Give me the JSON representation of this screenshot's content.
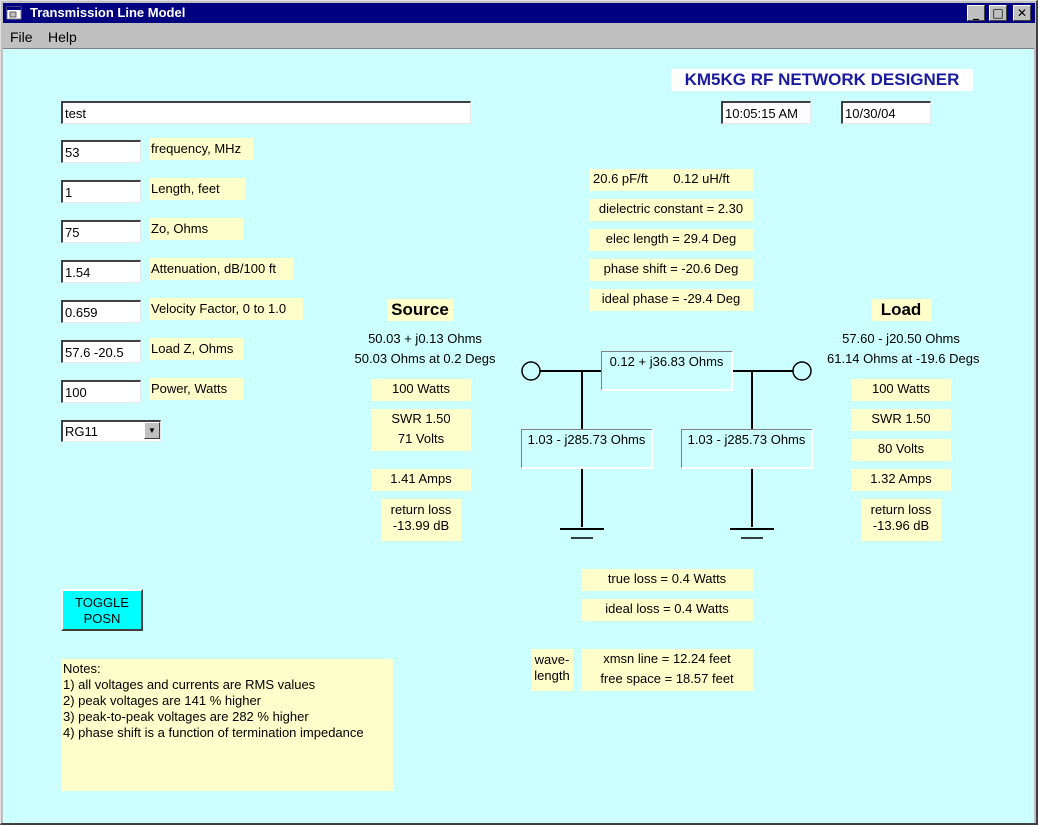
{
  "window": {
    "title": "Transmission Line Model",
    "minimize": "_",
    "maximize": "□",
    "close": "✕"
  },
  "menu": {
    "file": "File",
    "help": "Help"
  },
  "banner": "KM5KG RF NETWORK DESIGNER",
  "project_name": "test",
  "time": "10:05:15 AM",
  "date": "10/30/04",
  "inputs": [
    {
      "value": "53",
      "label": "frequency, MHz"
    },
    {
      "value": "1",
      "label": "Length, feet"
    },
    {
      "value": "75",
      "label": "Zo, Ohms"
    },
    {
      "value": "1.54",
      "label": "Attenuation, dB/100 ft"
    },
    {
      "value": "0.659",
      "label": "Velocity Factor, 0 to 1.0"
    },
    {
      "value": "57.6 -20.5",
      "label": "Load Z, Ohms"
    },
    {
      "value": "100",
      "label": "Power, Watts"
    }
  ],
  "cable_select": {
    "selected": "RG11",
    "arrow": "▼"
  },
  "line_params": {
    "pf_uh": "20.6 pF/ft       0.12 uH/ft",
    "dielectric": "dielectric constant = 2.30",
    "elec_length": "elec length = 29.4 Deg",
    "phase_shift": "phase shift = -20.6 Deg",
    "ideal_phase": "ideal phase = -29.4 Deg"
  },
  "source": {
    "header": "Source",
    "z_rect": "50.03 + j0.13 Ohms",
    "z_polar": "50.03 Ohms at 0.2 Degs",
    "watts": "100 Watts",
    "swr": "SWR 1.50",
    "volts": "71 Volts",
    "amps": "1.41 Amps",
    "return_loss_label": "return loss",
    "return_loss_value": "-13.99 dB"
  },
  "load": {
    "header": "Load",
    "z_rect": "57.60 - j20.50 Ohms",
    "z_polar": "61.14 Ohms at -19.6 Degs",
    "watts": "100 Watts",
    "swr": "SWR 1.50",
    "volts": "80 Volts",
    "amps": "1.32 Amps",
    "return_loss_label": "return loss",
    "return_loss_value": "-13.96 dB"
  },
  "network": {
    "series_z": "0.12 + j36.83 Ohms",
    "shunt_left_z": "1.03 - j285.73 Ohms",
    "shunt_right_z": "1.03 - j285.73 Ohms"
  },
  "losses": {
    "true_loss": "true loss = 0.4 Watts",
    "ideal_loss": "ideal loss = 0.4 Watts"
  },
  "wavelength": {
    "label_line1": "wave-",
    "label_line2": "length",
    "xmsn_line": "xmsn line = 12.24 feet",
    "free_space": "free space = 18.57 feet"
  },
  "toggle_button": {
    "line1": "TOGGLE",
    "line2": "POSN"
  },
  "notes": [
    "Notes:",
    "1) all voltages and currents are RMS values",
    "2) peak voltages are 141 % higher",
    "3) peak-to-peak voltages are 282 % higher",
    "4) phase shift is a function of termination impedance"
  ],
  "colors": {
    "client_bg": "#ccffff",
    "label_bg": "#ffffcc",
    "titlebar": "#000080",
    "banner_text": "#1a1aa0",
    "toggle_bg": "#00ffff"
  }
}
